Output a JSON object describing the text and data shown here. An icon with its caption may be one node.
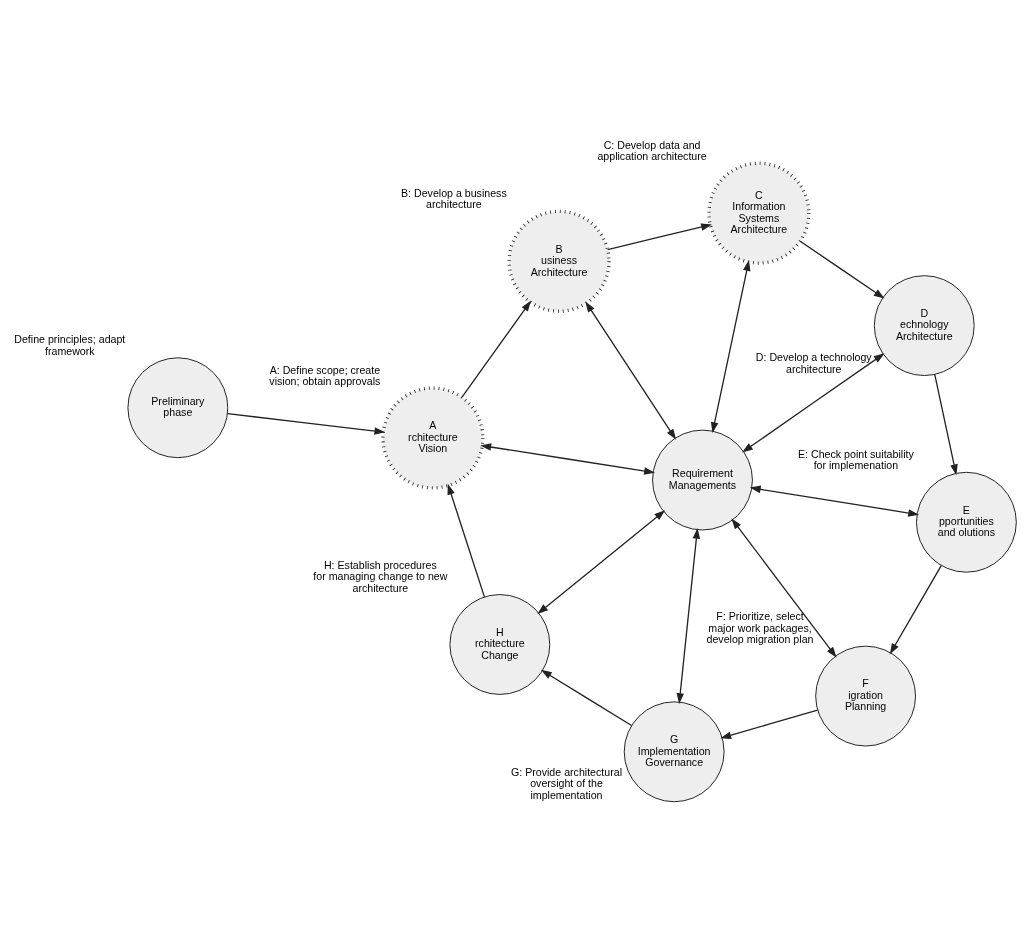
{
  "diagram": {
    "nodes": [
      {
        "text": [
          "Preliminary phase"
        ],
        "beside": [
          "Define principles; adapt framework"
        ]
      },
      {
        "text": [
          "A",
          "rchitecture Vision"
        ],
        "beside": [
          "A: Define scope; create vision; obtain approvals"
        ]
      },
      {
        "text": [
          "B",
          "usiness Architecture"
        ],
        "beside": [
          "B: Develop a business architecture"
        ]
      },
      {
        "text": [
          "C",
          "Information Systems Architecture"
        ],
        "beside": [
          "C: Develop data and application architecture"
        ]
      },
      {
        "text": [
          "D",
          "echnology Architecture"
        ],
        "beside": [
          "D: Develop a technology architecture"
        ]
      },
      {
        "text": [
          "E",
          "pportunities and olutions"
        ],
        "beside": [
          "E: Check point suitability for implemenation"
        ]
      },
      {
        "text": [
          "F",
          "igration Planning"
        ],
        "beside": [
          "F: Prioritize, select major work packages, develop migration plan"
        ]
      },
      {
        "text": [
          "G",
          "Implementation Governance"
        ],
        "beside": [
          "G: Provide architectural oversight of the implementation"
        ]
      },
      {
        "text": [
          "H",
          "rchitecture Change"
        ],
        "beside": [
          "H: Establish procedures for managing change to new architecture"
        ]
      },
      {
        "text": [
          "Requirement Managements"
        ]
      }
    ],
    "edges": [
      {
        "from": 0,
        "to": 1,
        "arrow": "to"
      },
      {
        "from": 1,
        "to": 2,
        "arrow": "to"
      },
      {
        "from": 2,
        "to": 3,
        "arrow": "to"
      },
      {
        "from": 3,
        "to": 4,
        "arrow": "to"
      },
      {
        "from": 4,
        "to": 5,
        "arrow": "to"
      },
      {
        "from": 5,
        "to": 6,
        "arrow": "to"
      },
      {
        "from": 6,
        "to": 7,
        "arrow": "to"
      },
      {
        "from": 7,
        "to": 8,
        "arrow": "to"
      },
      {
        "from": 8,
        "to": 1,
        "arrow": "to"
      },
      {
        "from": 9,
        "to": 1,
        "arrow": "both"
      },
      {
        "from": 9,
        "to": 2,
        "arrow": "both"
      },
      {
        "from": 9,
        "to": 3,
        "arrow": "both"
      },
      {
        "from": 9,
        "to": 4,
        "arrow": "both"
      },
      {
        "from": 9,
        "to": 5,
        "arrow": "both"
      },
      {
        "from": 9,
        "to": 6,
        "arrow": "both"
      },
      {
        "from": 9,
        "to": 7,
        "arrow": "both"
      },
      {
        "from": 9,
        "to": 8,
        "arrow": "both"
      }
    ]
  }
}
